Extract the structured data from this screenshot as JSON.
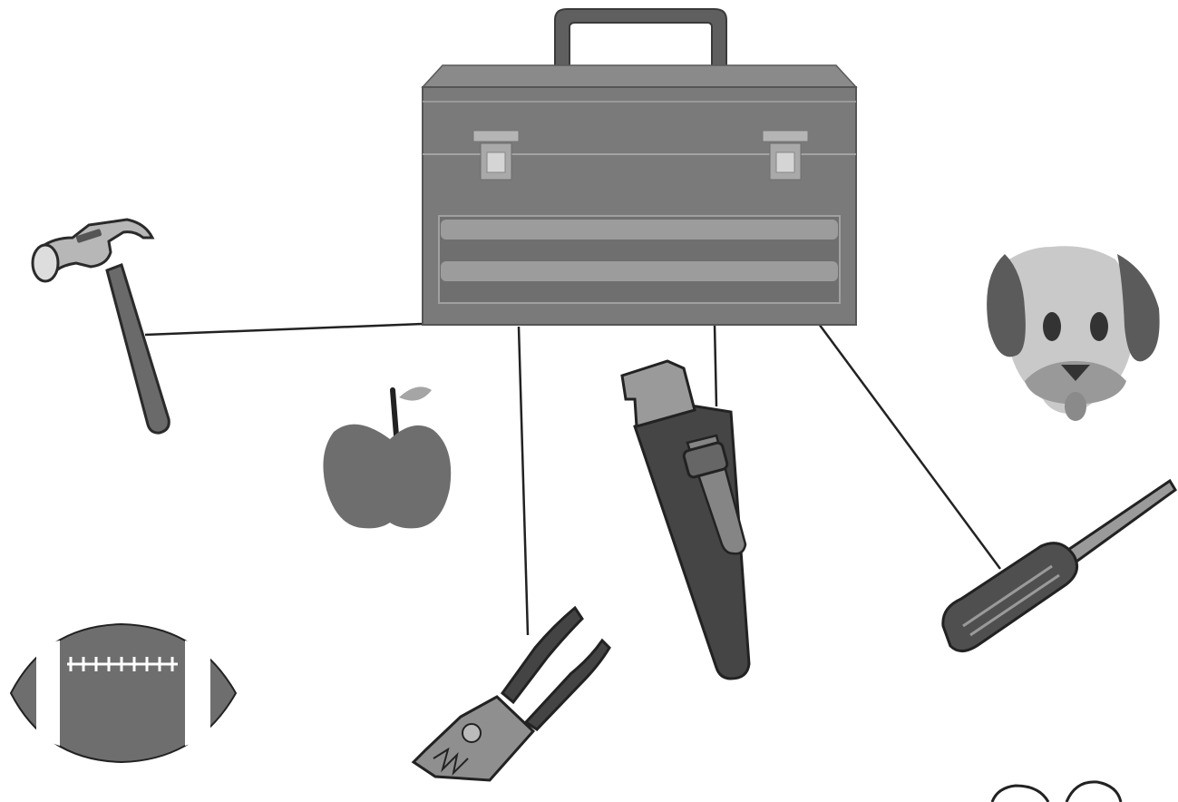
{
  "scene": {
    "center_object": "toolbox",
    "items": [
      {
        "name": "hammer",
        "connected": true
      },
      {
        "name": "pliers",
        "connected": true
      },
      {
        "name": "pipe-wrench",
        "connected": true
      },
      {
        "name": "screwdriver",
        "connected": true
      },
      {
        "name": "apple",
        "connected": false
      },
      {
        "name": "dog",
        "connected": false
      },
      {
        "name": "football",
        "connected": false
      },
      {
        "name": "partial-object",
        "connected": false
      }
    ],
    "colors": {
      "toolbox": "#7a7a7a",
      "line": "#222222",
      "background": "#ffffff"
    }
  }
}
